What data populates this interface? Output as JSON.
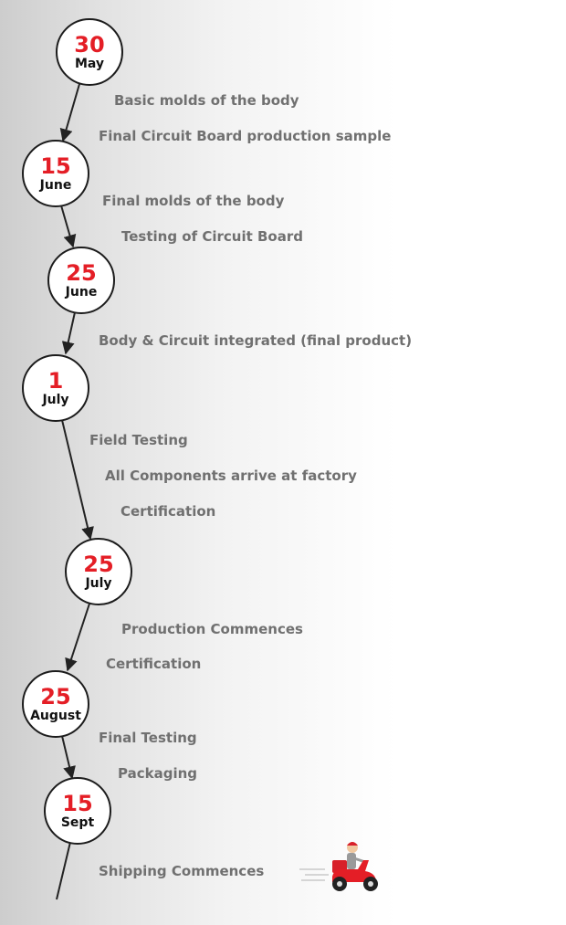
{
  "milestones": [
    {
      "day": "30",
      "month": "May"
    },
    {
      "day": "15",
      "month": "June"
    },
    {
      "day": "25",
      "month": "June"
    },
    {
      "day": "1",
      "month": "July"
    },
    {
      "day": "25",
      "month": "July"
    },
    {
      "day": "25",
      "month": "August"
    },
    {
      "day": "15",
      "month": "Sept"
    }
  ],
  "tasks": [
    "Basic molds of the body",
    "Final Circuit Board production sample",
    "Final molds of the body",
    "Testing of Circuit Board",
    "Body & Circuit integrated (final product)",
    "Field Testing",
    "All Components arrive at factory",
    "Certification",
    "Production Commences",
    "Certification",
    "Final Testing",
    "Packaging",
    "Shipping Commences"
  ],
  "colors": {
    "accent": "#e41e26",
    "text": "#707070",
    "circle_border": "#1c1c1c",
    "line": "#222222"
  },
  "icons": [
    "delivery-scooter-icon"
  ]
}
